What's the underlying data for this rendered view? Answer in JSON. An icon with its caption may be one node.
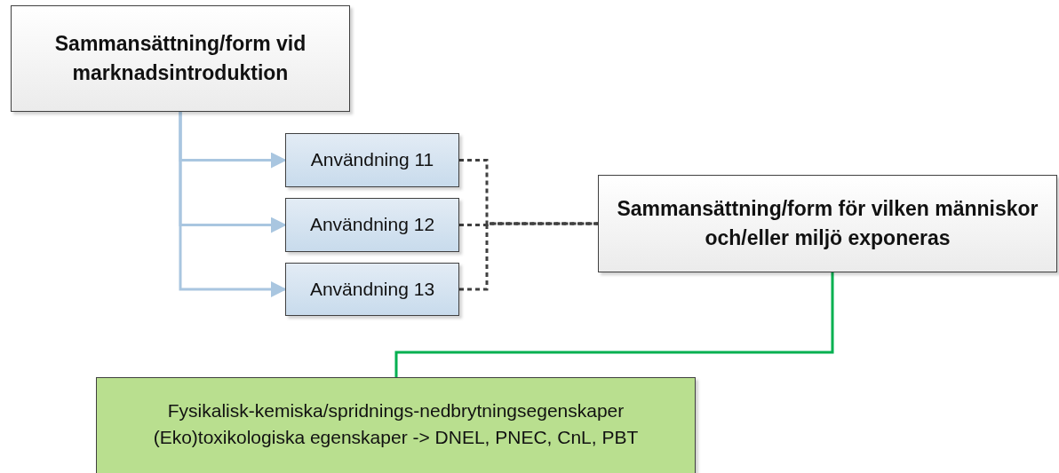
{
  "diagram": {
    "nodes": [
      {
        "text": [
          "Sammansättning/form vid marknadsintroduktion"
        ]
      },
      {
        "text": [
          "Användning 11"
        ]
      },
      {
        "text": [
          "Användning 12"
        ]
      },
      {
        "text": [
          "Användning 13"
        ]
      },
      {
        "text": [
          "Sammansättning/form för vilken människor och/eller miljö exponeras"
        ]
      },
      {
        "text": [
          "Fysikalisk-kemiska/spridnings-nedbrytningsegenskaper",
          "(Eko)toxikologiska egenskaper -> DNEL, PNEC, CnL, PBT"
        ]
      }
    ],
    "edges": [
      {
        "from": 0,
        "to": 1,
        "arrow": "to",
        "color": "#a9c6e0"
      },
      {
        "from": 0,
        "to": 2,
        "arrow": "to",
        "color": "#a9c6e0"
      },
      {
        "from": 0,
        "to": 3,
        "arrow": "to",
        "color": "#a9c6e0"
      },
      {
        "from": 1,
        "to": 4,
        "arrow": "none",
        "style": "dashed",
        "color": "#404040"
      },
      {
        "from": 2,
        "to": 4,
        "arrow": "none",
        "style": "dashed",
        "color": "#404040"
      },
      {
        "from": 3,
        "to": 4,
        "arrow": "none",
        "style": "dashed",
        "color": "#404040"
      },
      {
        "from": 4,
        "to": 5,
        "arrow": "none",
        "color": "#00b050"
      }
    ]
  }
}
